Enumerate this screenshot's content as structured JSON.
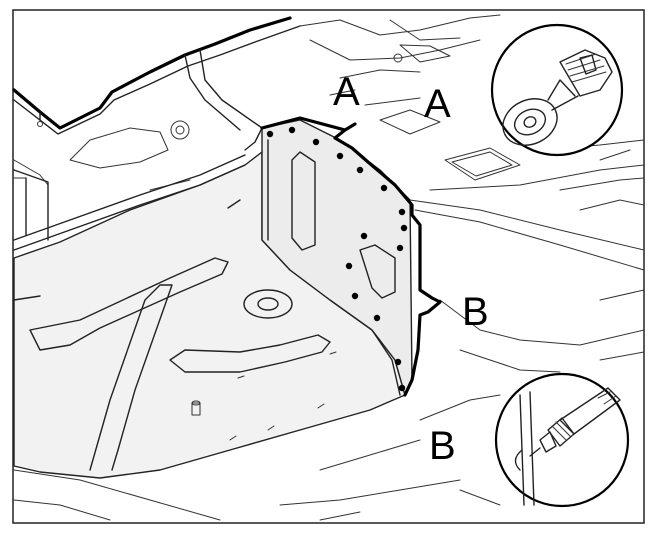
{
  "labels": {
    "a_upper": "A",
    "a_lower": "A",
    "b_upper": "B",
    "b_lower": "B"
  },
  "icons": {
    "detail_a": "push-rivet-clip-icon",
    "detail_b": "rivet-tool-icon"
  },
  "colors": {
    "line": "#000000",
    "background": "#ffffff",
    "panel_fill": "#f2f2f2"
  }
}
